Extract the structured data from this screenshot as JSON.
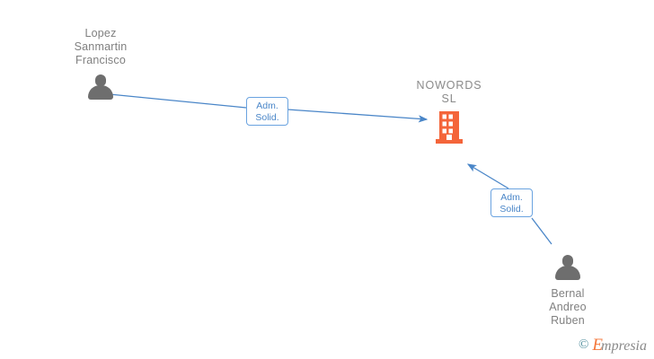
{
  "diagram": {
    "type": "entity-relationship-graph",
    "background_color": "#ffffff",
    "edge_color": "#4a86c8",
    "company_color": "#f4653a",
    "person_color": "#6e6e6e",
    "label_text_color": "#808080"
  },
  "nodes": {
    "person_top_left": {
      "name": "Lopez\nSanmartin\nFrancisco",
      "icon": "person-icon"
    },
    "company": {
      "name": "NOWORDS\nSL",
      "icon": "building-icon"
    },
    "person_bottom_right": {
      "name": "Bernal\nAndreo\nRuben",
      "icon": "person-icon"
    }
  },
  "edges": [
    {
      "from": "Lopez Sanmartin Francisco",
      "to": "NOWORDS SL",
      "label": "Adm.\nSolid."
    },
    {
      "from": "Bernal Andreo Ruben",
      "to": "NOWORDS SL",
      "label": "Adm.\nSolid."
    }
  ],
  "watermark": {
    "copyright": "©",
    "brand_initial": "E",
    "brand_rest": "mpresia"
  }
}
